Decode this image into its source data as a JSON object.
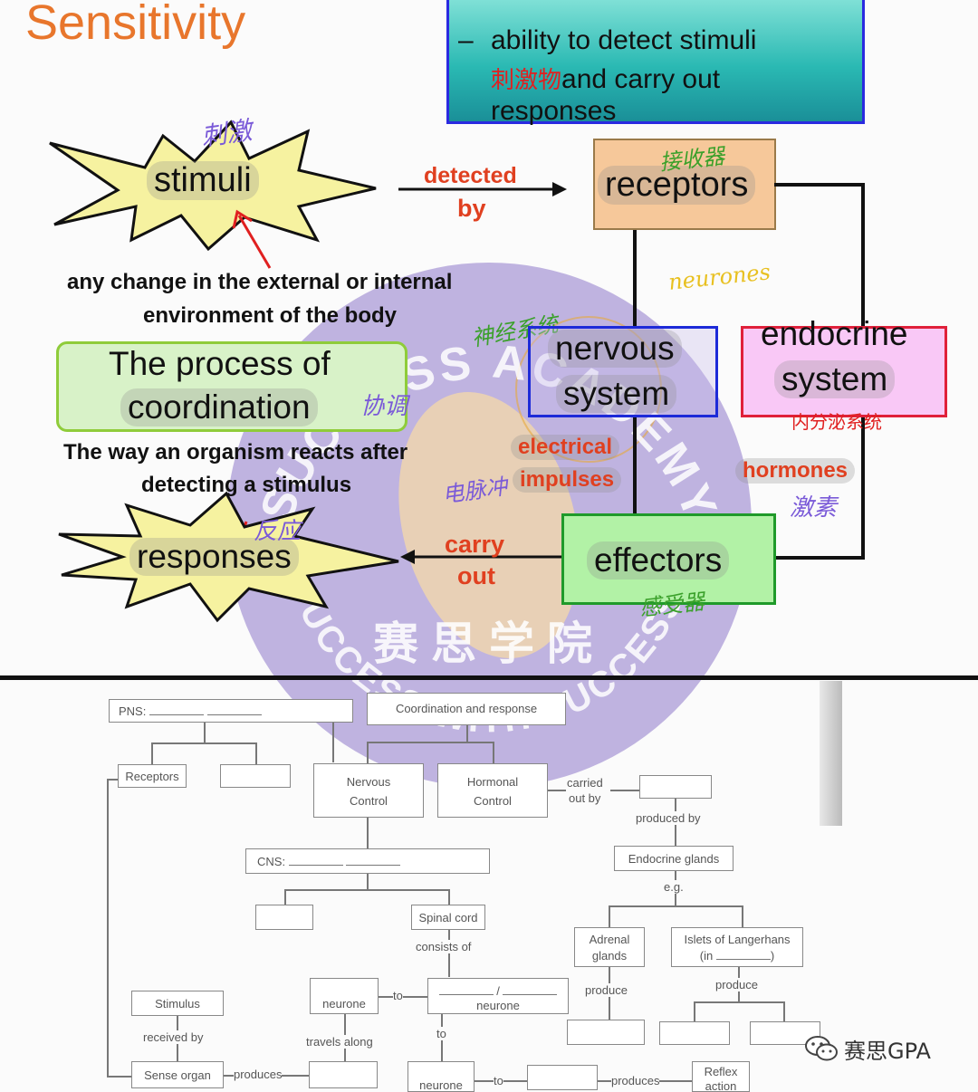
{
  "slide": {
    "title": "Sensitivity",
    "definition_bullet": "–",
    "definition_line1": "ability to detect stimuli",
    "definition_cn": "刺激物",
    "definition_line2": "and carry out",
    "definition_line3": "responses",
    "stimuli": "stimuli",
    "stimuli_note_cn": "刺激",
    "detected": "detected",
    "by": "by",
    "receptors": "receptors",
    "receptors_note_cn": "接收器",
    "stimuli_def1": "any change in the external or internal",
    "stimuli_def2": "environment of the body",
    "neurones_note": "neurones",
    "nervous_note_cn": "神经系统",
    "nervous1": "nervous",
    "nervous2": "system",
    "endocrine1": "endocrine",
    "endocrine2": "system",
    "endocrine_note_cn": "内分泌系统",
    "process1": "The process of",
    "process2": "coordination",
    "coordination_note_cn": "协调",
    "process_def1": "The way an organism reacts after",
    "process_def2": "detecting a stimulus",
    "electrical": "electrical",
    "impulses": "impulses",
    "impulse_note_cn": "电脉冲",
    "hormones": "hormones",
    "hormones_note_cn": "激素",
    "responses": "responses",
    "responses_note_cn": "反应",
    "carry": "carry",
    "out": "out",
    "effectors": "effectors",
    "effectors_note_cn": "感受器"
  },
  "watermark": {
    "top": "SUCCESS ACADEMY",
    "cn": "赛思学院",
    "bottom": "SUCCESS WITH SUCCESS."
  },
  "worksheet": {
    "pns": "PNS:",
    "coordination": "Coordination and response",
    "receptors": "Receptors",
    "nervous_control1": "Nervous",
    "nervous_control2": "Control",
    "hormonal_control1": "Hormonal",
    "hormonal_control2": "Control",
    "carried_out_by1": "carried",
    "carried_out_by2": "out  by",
    "produced_by": "produced by",
    "endocrine_glands": "Endocrine glands",
    "cns": "CNS:",
    "eg": "e.g.",
    "spinal_cord": "Spinal cord",
    "consists_of": "consists of",
    "adrenal1": "Adrenal",
    "adrenal2": "glands",
    "islets1": "Islets of Langerhans",
    "islets2": "(in",
    "islets3": ")",
    "stimulus": "Stimulus",
    "received_by": "received by",
    "neurone1": "neurone",
    "to1": "to",
    "slash": "/",
    "neurone2": "neurone",
    "produce1": "produce",
    "produce2": "produce",
    "travels_along": "travels along",
    "to2": "to",
    "sense_organ": "Sense organ",
    "produces1": "produces",
    "neurone3": "neurone",
    "to3": "to",
    "produces2": "produces",
    "reflex1": "Reflex",
    "reflex2": "action"
  },
  "brand": {
    "name": "赛思GPA"
  },
  "colors": {
    "title": "#e8762c",
    "red_label": "#e04020",
    "receptor_fill": "#f6c89a",
    "receptor_border": "#9a7a4a",
    "nervous_border": "#1d2ad8",
    "endocrine_border": "#e0203a",
    "endocrine_fill": "#f9c8f6",
    "effector_border": "#1f9a2a",
    "effector_fill": "#b2f2a6",
    "process_fill": "#d8f2c8",
    "process_border": "#8fcc3a",
    "star_fill": "#f6f2a0",
    "watermark": "#9a86cf",
    "note_purple": "#7a5ad8",
    "note_green": "#3aa02a",
    "note_red": "#e02020"
  },
  "icons": [
    "wechat-icon"
  ]
}
